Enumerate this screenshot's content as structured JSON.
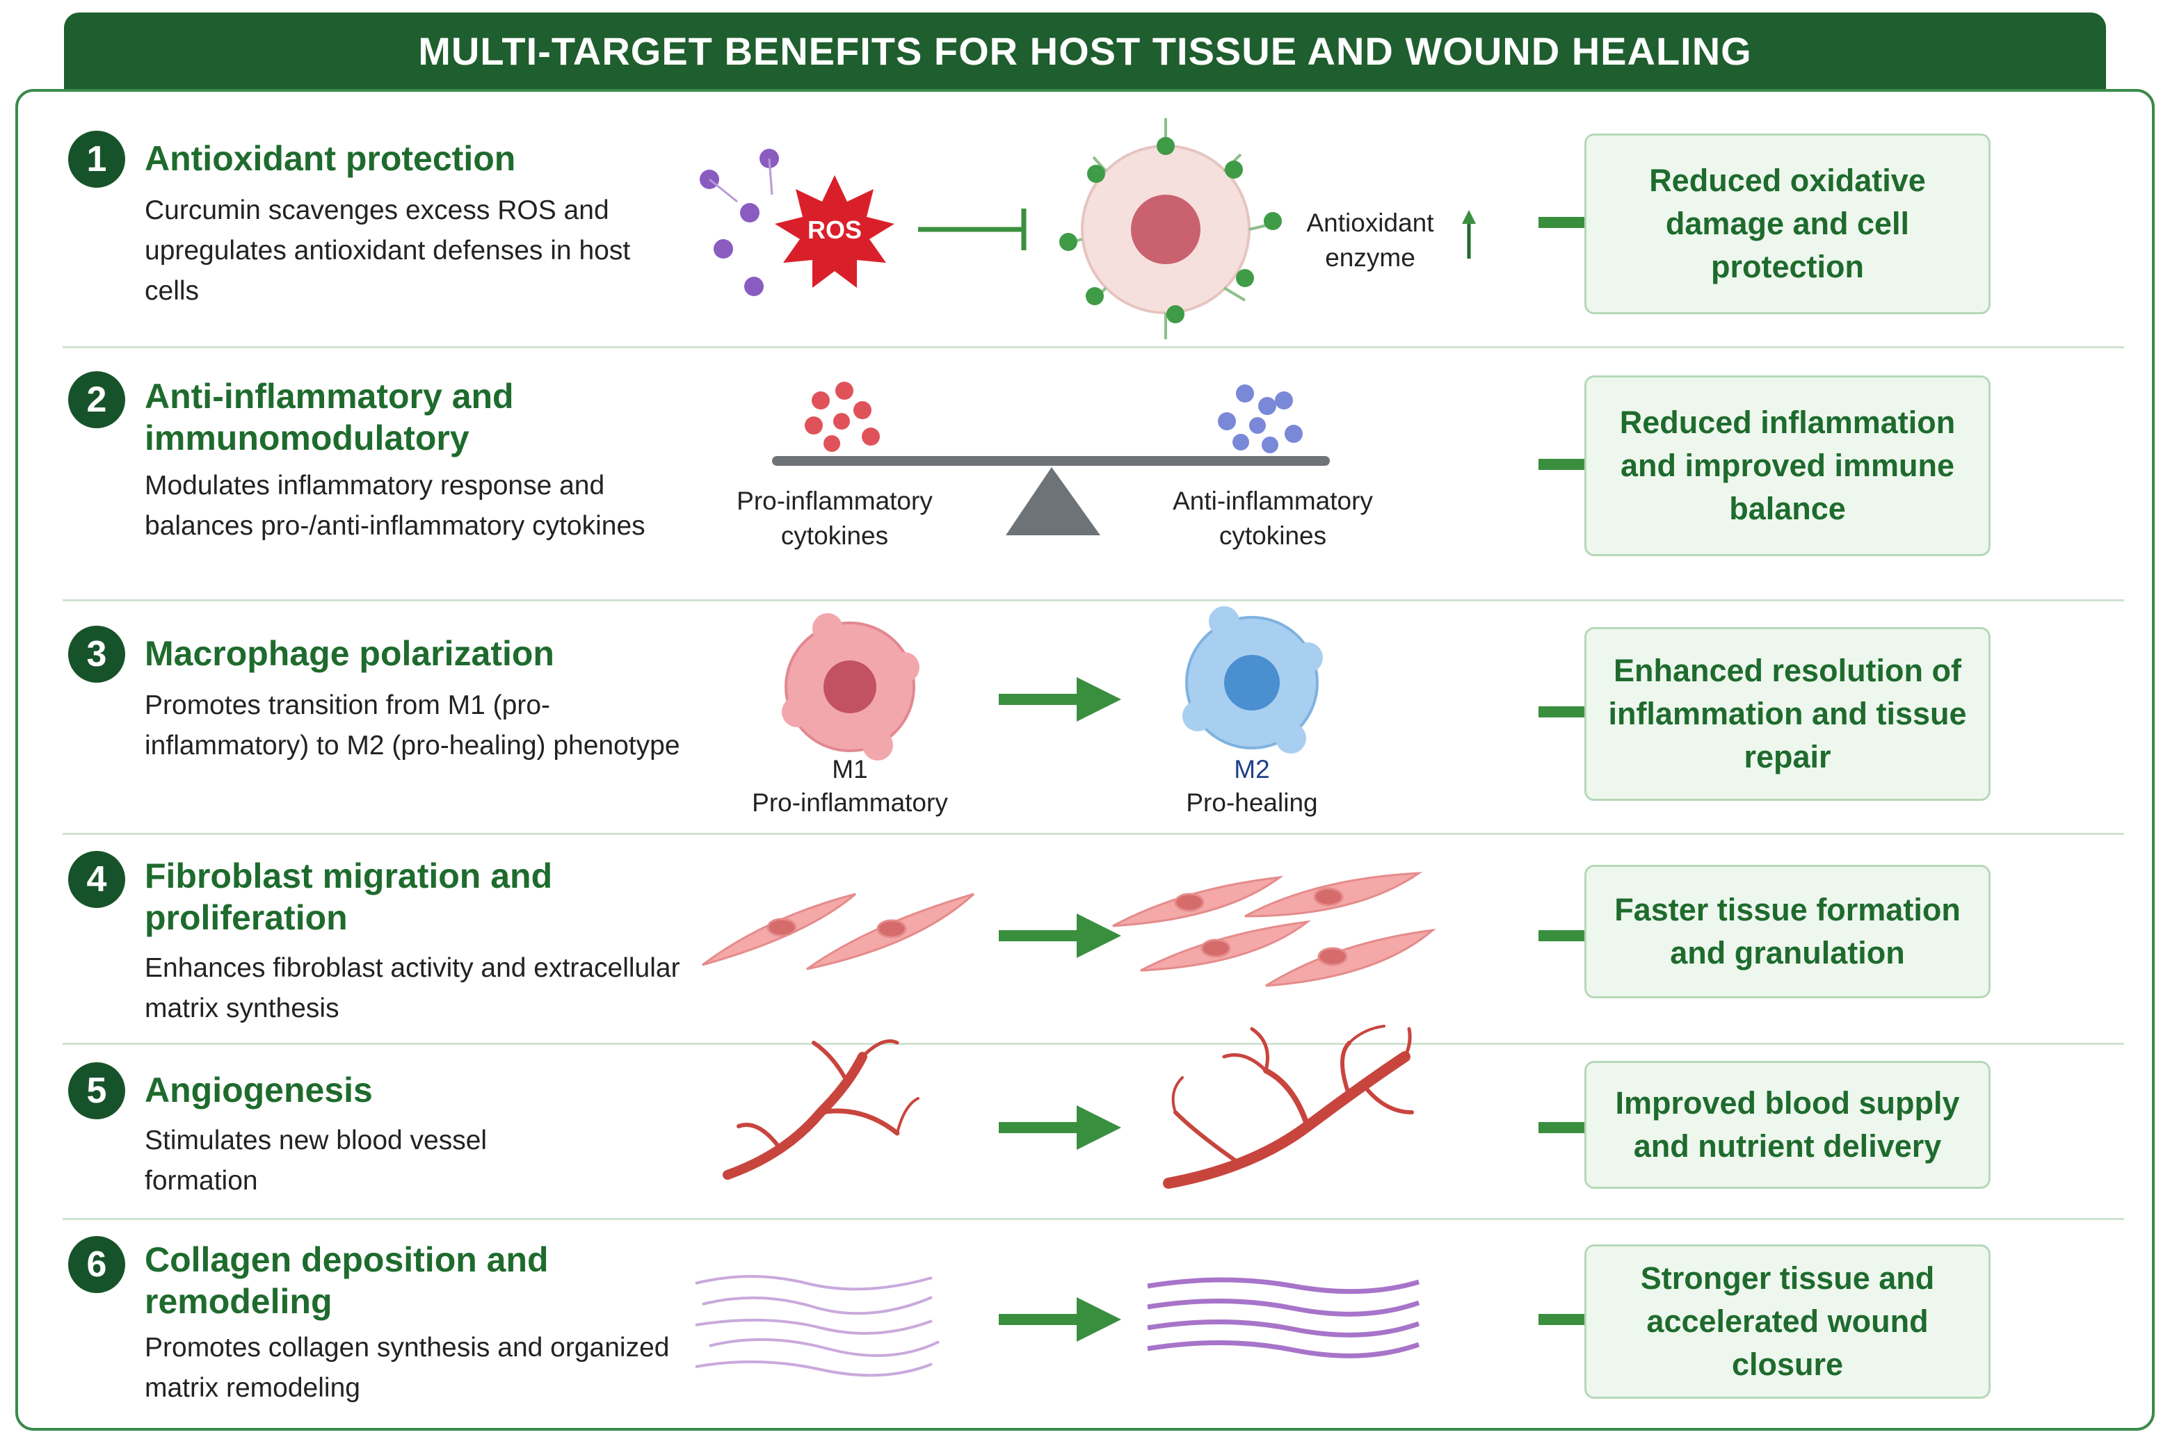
{
  "header": {
    "title": "MULTI-TARGET BENEFITS FOR HOST TISSUE AND WOUND HEALING"
  },
  "rows": [
    {
      "number": "1",
      "title": "Antioxidant protection",
      "description": "Curcumin scavenges excess ROS and upregulates antioxidant defenses in host cells",
      "outcome": "Reduced oxidative damage and cell protection",
      "labels": {
        "ros": "ROS",
        "enzyme": "Antioxidant enzyme"
      }
    },
    {
      "number": "2",
      "title": "Anti-inflammatory and immunomodulatory",
      "description": "Modulates inflammatory response and balances pro-/anti-inflammatory cytokines",
      "outcome": "Reduced inflammation and improved immune balance",
      "labels": {
        "left": "Pro-inflammatory cytokines",
        "right": "Anti-inflammatory cytokines"
      }
    },
    {
      "number": "3",
      "title": "Macrophage polarization",
      "description": "Promotes transition from M1 (pro-inflammatory) to M2 (pro-healing) phenotype",
      "outcome": "Enhanced resolution of inflammation and tissue repair",
      "labels": {
        "m1": "M1",
        "m1_sub": "Pro-inflammatory",
        "m2": "M2",
        "m2_sub": "Pro-healing"
      }
    },
    {
      "number": "4",
      "title": "Fibroblast migration and proliferation",
      "description": "Enhances fibroblast activity and extracellular matrix synthesis",
      "outcome": "Faster tissue formation and granulation"
    },
    {
      "number": "5",
      "title": "Angiogenesis",
      "description": "Stimulates new blood vessel formation",
      "outcome": "Improved blood supply and nutrient delivery"
    },
    {
      "number": "6",
      "title": "Collagen deposition and remodeling",
      "description": "Promotes collagen synthesis and organized matrix remodeling",
      "outcome": "Stronger tissue and accelerated wound closure"
    }
  ],
  "colors": {
    "header": "#1f5e2e",
    "accent": "#1e6b2d",
    "arrow": "#3a8f3f",
    "ros": "#d9202a",
    "m1": "#f2a7ad",
    "m2": "#a9cff0"
  }
}
